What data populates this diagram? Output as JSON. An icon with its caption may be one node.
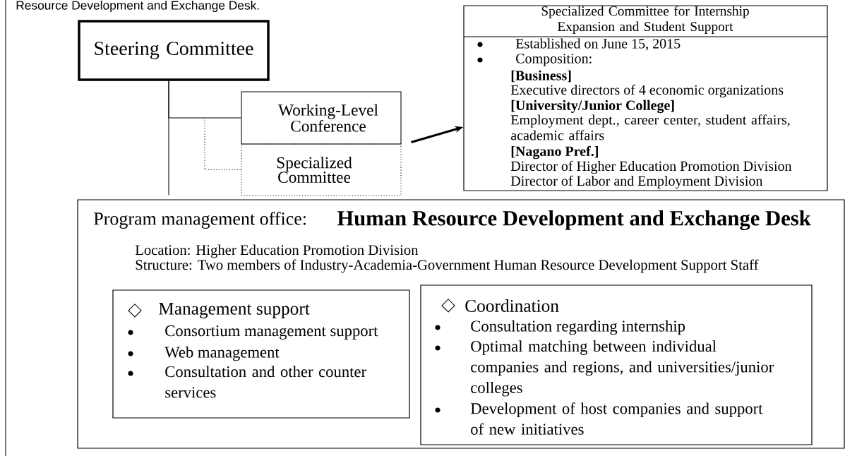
{
  "diagram": {
    "nodes": [
      {
        "text": [
          "Steering Committee"
        ]
      },
      {
        "text": [
          "Working-Level Conference"
        ]
      },
      {
        "text": [
          "Specialized Committee"
        ]
      },
      {
        "text": [
          "Specialized Committee for Internship Expansion and Student Support",
          "Established on June 15, 2015",
          "Composition:",
          "[Business]",
          "Executive directors of 4 economic organizations",
          "[University/Junior College]",
          "Employment dept., career center, student affairs, academic affairs",
          "[Nagano Pref.]",
          "Director of Higher Education Promotion Division",
          "Director of Labor and Employment Division"
        ]
      },
      {
        "text": [
          "Program management office:",
          "Human Resource Development and Exchange Desk",
          "Location: Higher Education Promotion Division",
          "Structure: Two members of Industry-Academia-Government Human Resource Development Support Staff"
        ]
      },
      {
        "text": [
          "Management support",
          "Consortium management support",
          "Web management",
          "Consultation and other counter services"
        ],
        "in": 4
      },
      {
        "text": [
          "Coordination",
          "Consultation regarding internship",
          "Optimal matching between individual companies and regions, and universities/junior colleges",
          "Development of host companies and support of new initiatives"
        ],
        "in": 4
      }
    ],
    "edges": [
      {
        "from": 0,
        "to": 1,
        "arrow": "none"
      },
      {
        "from": 0,
        "to": 2,
        "arrow": "none",
        "style": "dashed"
      },
      {
        "from": 0,
        "to": 4,
        "arrow": "none"
      },
      {
        "from": 2,
        "to": 3,
        "arrow": "to",
        "style": "thick"
      }
    ],
    "labels": [
      "Resource Development and Exchange Desk."
    ]
  }
}
